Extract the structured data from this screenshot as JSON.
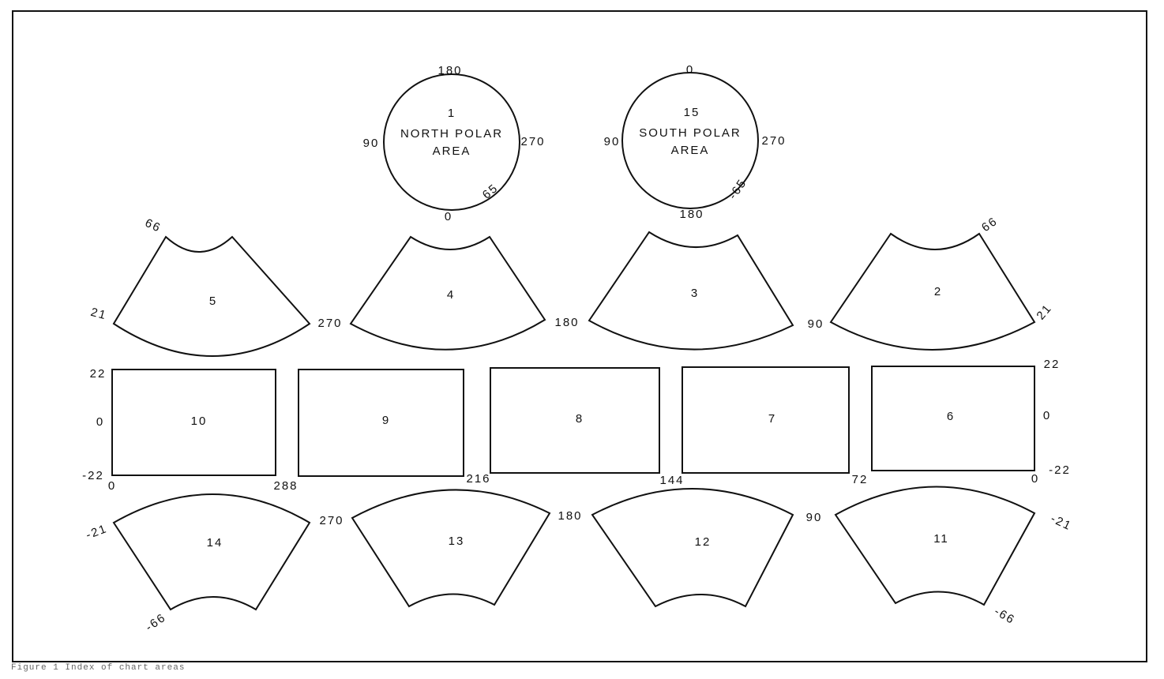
{
  "polar_areas": [
    {
      "number": "1",
      "name_line1": "NORTH POLAR",
      "name_line2": "AREA",
      "top": "180",
      "bottom": "0",
      "left": "90",
      "right": "270",
      "edge": "65"
    },
    {
      "number": "15",
      "name_line1": "SOUTH POLAR",
      "name_line2": "AREA",
      "top": "0",
      "bottom": "180",
      "left": "90",
      "right": "270",
      "edge": "-65"
    }
  ],
  "upper_sectors": [
    "5",
    "4",
    "3",
    "2"
  ],
  "upper_labels": {
    "lat_left": "21",
    "lat_top_left": "66",
    "lon_270": "270",
    "lon_180": "180",
    "lon_90": "90",
    "lat_right": "21",
    "lat_top_right": "66"
  },
  "equatorial_sectors": [
    "10",
    "9",
    "8",
    "7",
    "6"
  ],
  "equatorial_labels": {
    "left_top": "22",
    "left_mid": "0",
    "left_bottom": "-22",
    "right_top": "22",
    "right_mid": "0",
    "right_bottom": "-22"
  },
  "longitude_ticks": [
    "0",
    "288",
    "216",
    "144",
    "72",
    "0"
  ],
  "lower_sectors": [
    "14",
    "13",
    "12",
    "11"
  ],
  "lower_labels": {
    "lat_left": "-21",
    "lat_bottom_left": "-66",
    "lon_270": "270",
    "lon_180": "180",
    "lon_90": "90",
    "lat_right": "-21",
    "lat_bottom_right": "-66"
  },
  "caption": "Figure 1 Index of chart areas"
}
